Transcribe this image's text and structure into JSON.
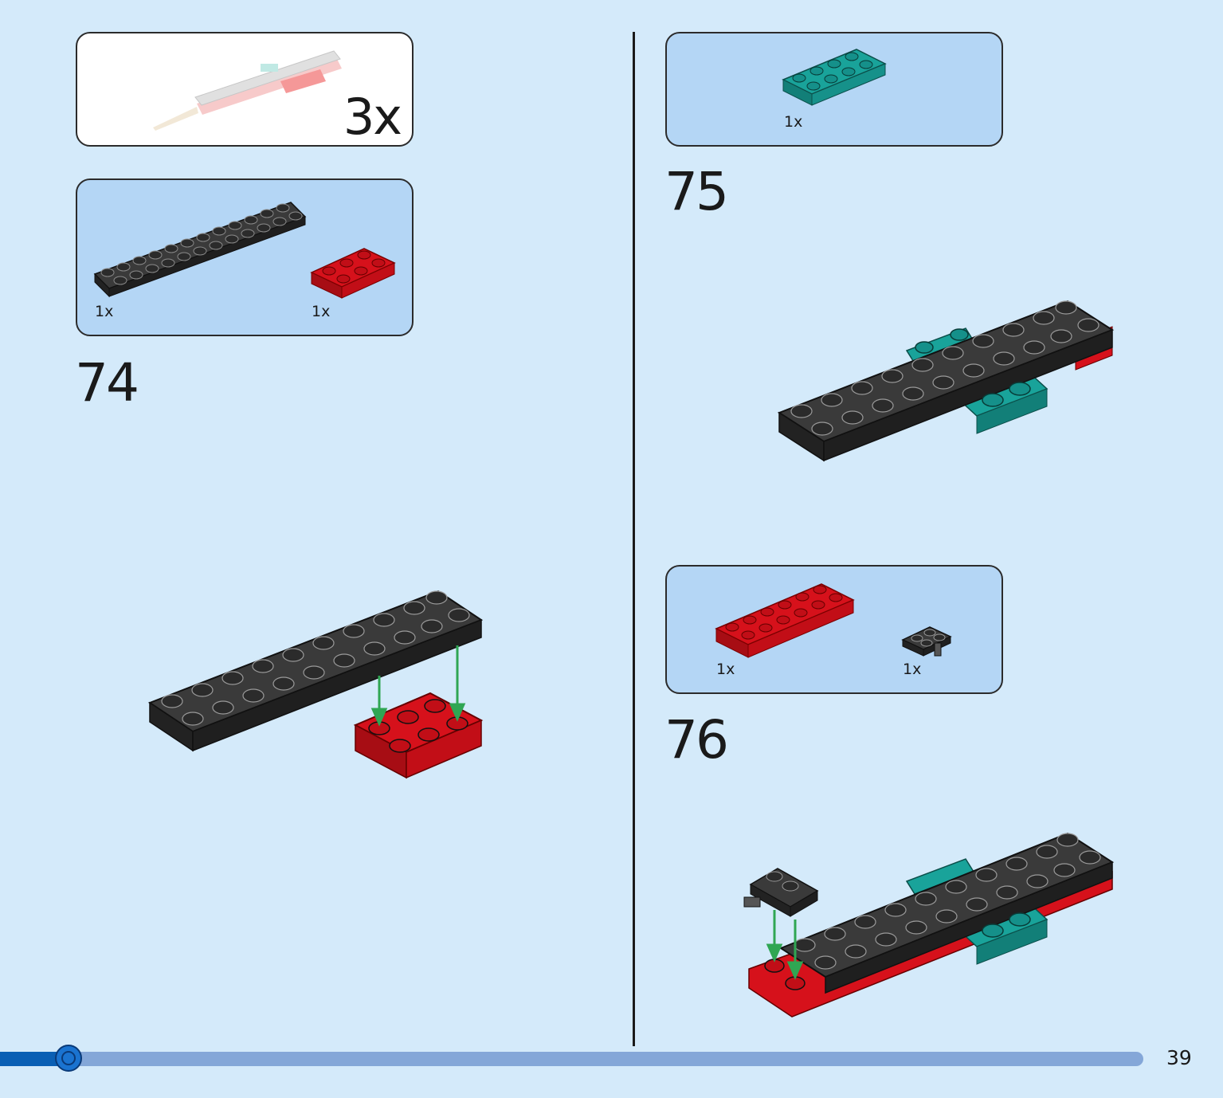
{
  "submodel": {
    "multiplier": "3x"
  },
  "step74": {
    "number": "74",
    "parts": [
      {
        "qty": "1x",
        "color": "#2e2e2e"
      },
      {
        "qty": "1x",
        "color": "#d6111b"
      }
    ]
  },
  "step75": {
    "number": "75",
    "parts": [
      {
        "qty": "1x",
        "color": "#19a39a"
      }
    ]
  },
  "step76": {
    "number": "76",
    "parts": [
      {
        "qty": "1x",
        "color": "#d6111b"
      },
      {
        "qty": "1x",
        "color": "#2e2e2e"
      }
    ]
  },
  "footer": {
    "page_number": "39",
    "progress": 0.06
  },
  "colors": {
    "background": "#d4eafa",
    "callout": "#b4d6f5",
    "arrow": "#2fa653"
  }
}
